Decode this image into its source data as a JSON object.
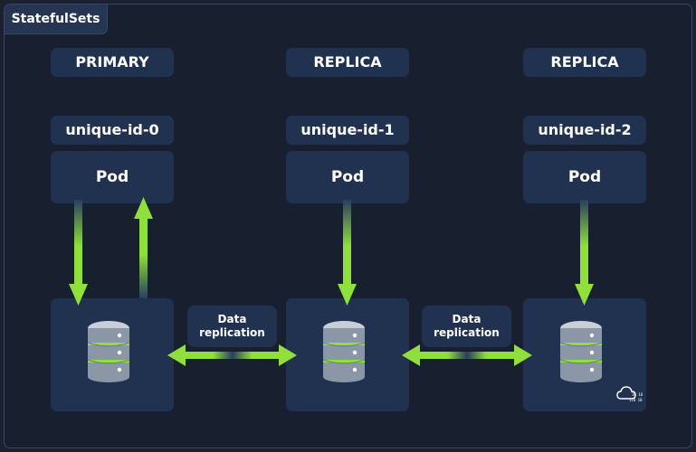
{
  "title": "StatefulSets",
  "columns": [
    {
      "role": "PRIMARY",
      "id": "unique-id-0",
      "pod": "Pod"
    },
    {
      "role": "REPLICA",
      "id": "unique-id-1",
      "pod": "Pod"
    },
    {
      "role": "REPLICA",
      "id": "unique-id-2",
      "pod": "Pod"
    }
  ],
  "links": [
    {
      "line1": "Data",
      "line2": "replication"
    },
    {
      "line1": "Data",
      "line2": "replication"
    }
  ],
  "colors": {
    "arrow": "#8fe03a",
    "box": "#213251",
    "background": "#182030"
  },
  "icons": {
    "database": "database-stack-icon",
    "brand": "cloud-icon"
  },
  "watermark": "10 10 110 10"
}
